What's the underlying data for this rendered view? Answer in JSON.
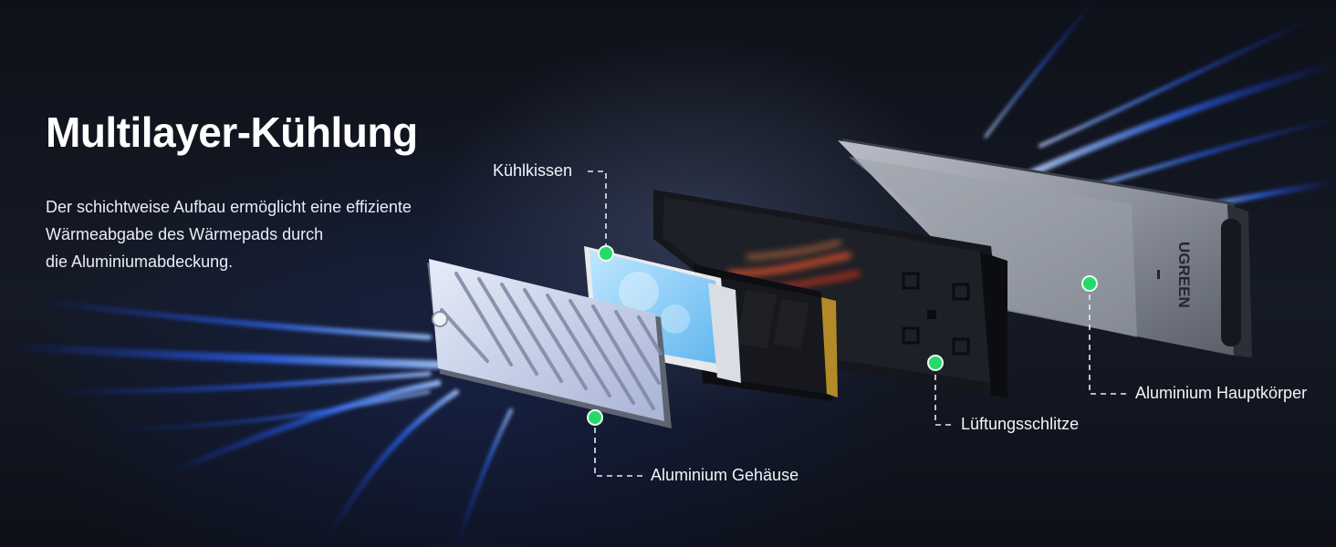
{
  "headline": "Multilayer-Kühlung",
  "description": [
    "Der schichtweise Aufbau ermöglicht eine effiziente",
    "Wärmeabgabe des Wärmepads durch",
    " die Aluminiumabdeckung."
  ],
  "callouts": {
    "cooling_pad": "Kühlkissen",
    "aluminium_housing": "Aluminium Gehäuse",
    "vent_slots": "Lüftungsschlitze",
    "aluminium_main_body": "Aluminium Hauptkörper"
  },
  "brand_logo": "UGREEN",
  "colors": {
    "marker": "#27d96a",
    "airflow": "#2f6bff",
    "heat": "#ff5a2a"
  }
}
